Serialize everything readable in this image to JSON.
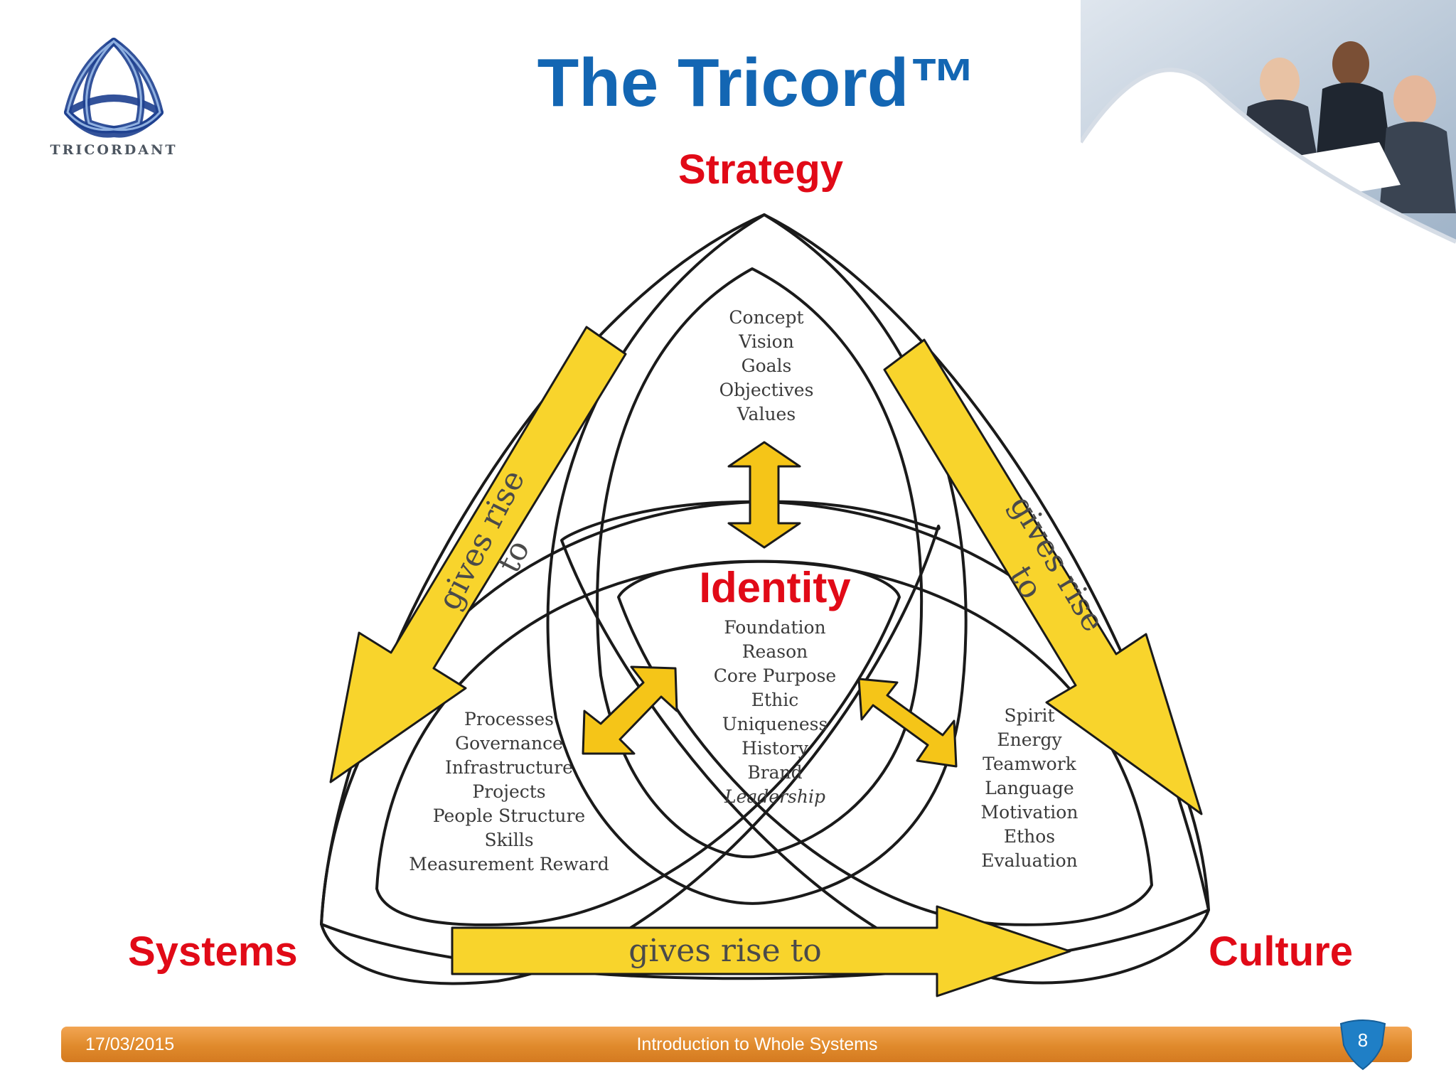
{
  "title": "The Tricord™",
  "logo": {
    "text": "TRICORDANT",
    "icon": "triquetra-knot-logo"
  },
  "vertices": {
    "strategy": "Strategy",
    "systems": "Systems",
    "culture": "Culture"
  },
  "center": {
    "label": "Identity",
    "items": [
      "Foundation",
      "Reason",
      "Core Purpose",
      "Ethic",
      "Uniqueness",
      "History",
      "Brand"
    ],
    "italic_item": "Leadership"
  },
  "strategy_items": [
    "Concept",
    "Vision",
    "Goals",
    "Objectives",
    "Values"
  ],
  "systems_items": [
    "Processes",
    "Governance",
    "Infrastructure",
    "Projects",
    "People Structure",
    "Skills",
    "Measurement Reward"
  ],
  "culture_items": [
    "Spirit",
    "Energy",
    "Teamwork",
    "Language",
    "Motivation",
    "Ethos",
    "Evaluation"
  ],
  "arrows": {
    "left": "gives rise to",
    "right": "gives rise to",
    "bottom": "gives rise to"
  },
  "colors": {
    "title": "#1366b3",
    "vertex": "#e10a17",
    "arrow_fill": "#f8d42c",
    "footer": "#e08a2c",
    "badge": "#1f7fc6"
  },
  "footer": {
    "date": "17/03/2015",
    "title": "Introduction to Whole Systems",
    "page": "8"
  }
}
